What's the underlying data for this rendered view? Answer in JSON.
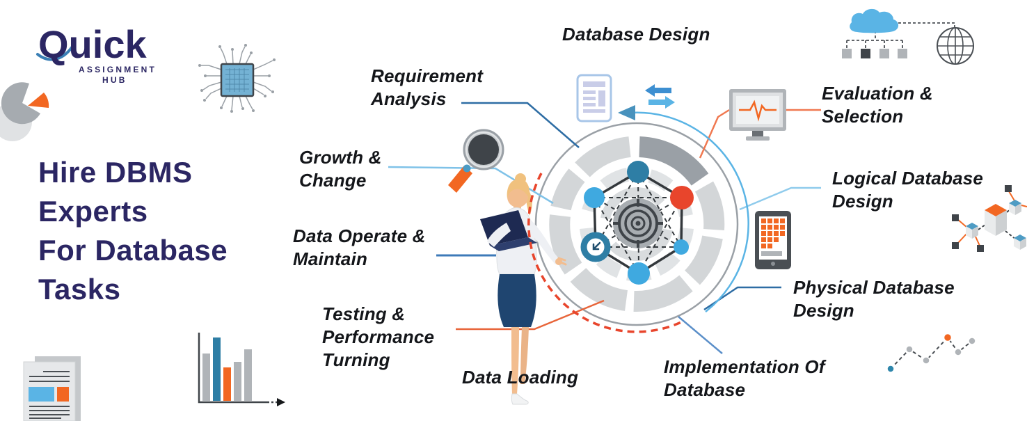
{
  "logo": {
    "brand": "Quick",
    "subtitle_line1": "ASSIGNMENT",
    "subtitle_line2": "HUB"
  },
  "heading": "Hire DBMS\nExperts\nFor Database\nTasks",
  "steps": {
    "database_design": "Database Design",
    "requirement_analysis": "Requirement\nAnalysis",
    "growth_change": "Growth &\nChange",
    "data_operate_maintain": "Data Operate &\nMaintain",
    "testing_performance_turning": "Testing &\nPerformance\nTurning",
    "data_loading": "Data Loading",
    "implementation_of_database": "Implementation Of\nDatabase",
    "physical_database_design": "Physical Database\nDesign",
    "logical_database_design": "Logical Database\nDesign",
    "evaluation_selection": "Evaluation &\nSelection"
  },
  "icons": {
    "pie_chart": "pie-chart-icon",
    "processor_chip": "processor-chip-icon",
    "bar_chart": "bar-chart-icon",
    "news_documents": "documents-icon",
    "magnifier": "magnifier-icon",
    "document_report": "document-icon",
    "sync_arrows": "sync-arrows-icon",
    "cloud_network": "cloud-network-icon",
    "globe": "globe-icon",
    "monitor_pulse": "monitor-pulse-icon",
    "tablet_apps": "tablet-grid-icon",
    "cube_network": "cubes-network-icon",
    "dotted_trend": "dotted-line-chart-icon",
    "hexagon_network": "hexagon-network-icon",
    "target": "target-icon",
    "woman_laptop": "woman-with-laptop-figure"
  },
  "colors": {
    "navy_heading": "#2b2663",
    "label_black": "#14161a",
    "orange": "#f26722",
    "red_orange": "#e8452c",
    "light_blue": "#5ab4e5",
    "sky_blue": "#3fa9e0",
    "dark_teal_blue": "#2e7ea5",
    "steel_blue": "#2e6da4",
    "gray_dark_segment": "#9aa0a6",
    "gray_light_segment": "#d3d6d8",
    "icon_dark_gray": "#3f4449",
    "mid_gray": "#b0b4b8"
  }
}
